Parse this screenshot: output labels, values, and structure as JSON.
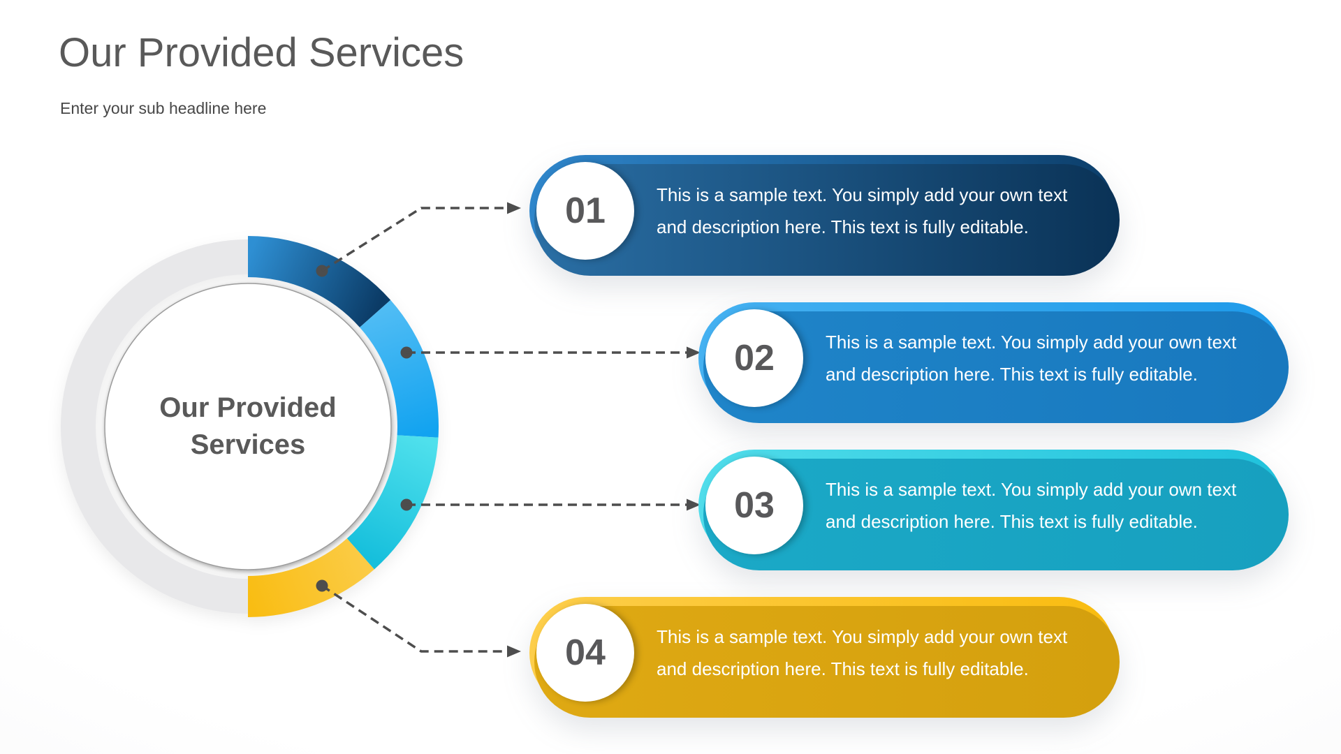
{
  "header": {
    "title": "Our Provided Services",
    "subtitle": "Enter your sub headline here"
  },
  "donut": {
    "center_label": "Our Provided Services",
    "ring_color": "#e8e8ea",
    "inner_border_color": "#9b9b9b",
    "segments": [
      {
        "name": "segment-01",
        "start_deg": 0,
        "end_deg": 48.4,
        "color_start": "#2E8FD3",
        "color_end": "#0B3B66"
      },
      {
        "name": "segment-02",
        "start_deg": 48.4,
        "end_deg": 93.3,
        "color_start": "#4FBCF4",
        "color_end": "#12A3F0"
      },
      {
        "name": "segment-03",
        "start_deg": 93.3,
        "end_deg": 138.5,
        "color_start": "#4FE0EC",
        "color_end": "#16BFDC"
      },
      {
        "name": "segment-04",
        "start_deg": 138.5,
        "end_deg": 180,
        "color_start": "#FBCB45",
        "color_end": "#F9BD13"
      }
    ]
  },
  "connector_color": "#4d4d4d",
  "cards": [
    {
      "number": "01",
      "line1": "This is a sample text. You simply add your own text",
      "line2": "and description here. This text is fully editable.",
      "color_start": "#2F86CB",
      "color_end": "#0C3E6A",
      "shadow_start": "#2A6FA5",
      "shadow_end": "#0A3256",
      "number_color": "#58585A",
      "text_color": "#ffffff"
    },
    {
      "number": "02",
      "line1": "This is a sample text. You simply add your own text",
      "line2": "and description here. This text is fully editable.",
      "color_start": "#45B1F1",
      "color_end": "#1E9AE9",
      "shadow_start": "#1F85C9",
      "shadow_end": "#1878BE",
      "number_color": "#58585A",
      "text_color": "#ffffff"
    },
    {
      "number": "03",
      "line1": "This is a sample text. You simply add your own text",
      "line2": "and description here. This text is fully editable.",
      "color_start": "#50DCEA",
      "color_end": "#20C2DC",
      "shadow_start": "#1BA9C7",
      "shadow_end": "#17A0BF",
      "number_color": "#58585A",
      "text_color": "#ffffff"
    },
    {
      "number": "04",
      "line1": "This is a sample text. You simply add your own text",
      "line2": "and description here. This text is fully editable.",
      "color_start": "#FDCE4B",
      "color_end": "#F9BC10",
      "shadow_start": "#DFA913",
      "shadow_end": "#D4A00E",
      "number_color": "#58585A",
      "text_color": "#ffffff"
    }
  ]
}
